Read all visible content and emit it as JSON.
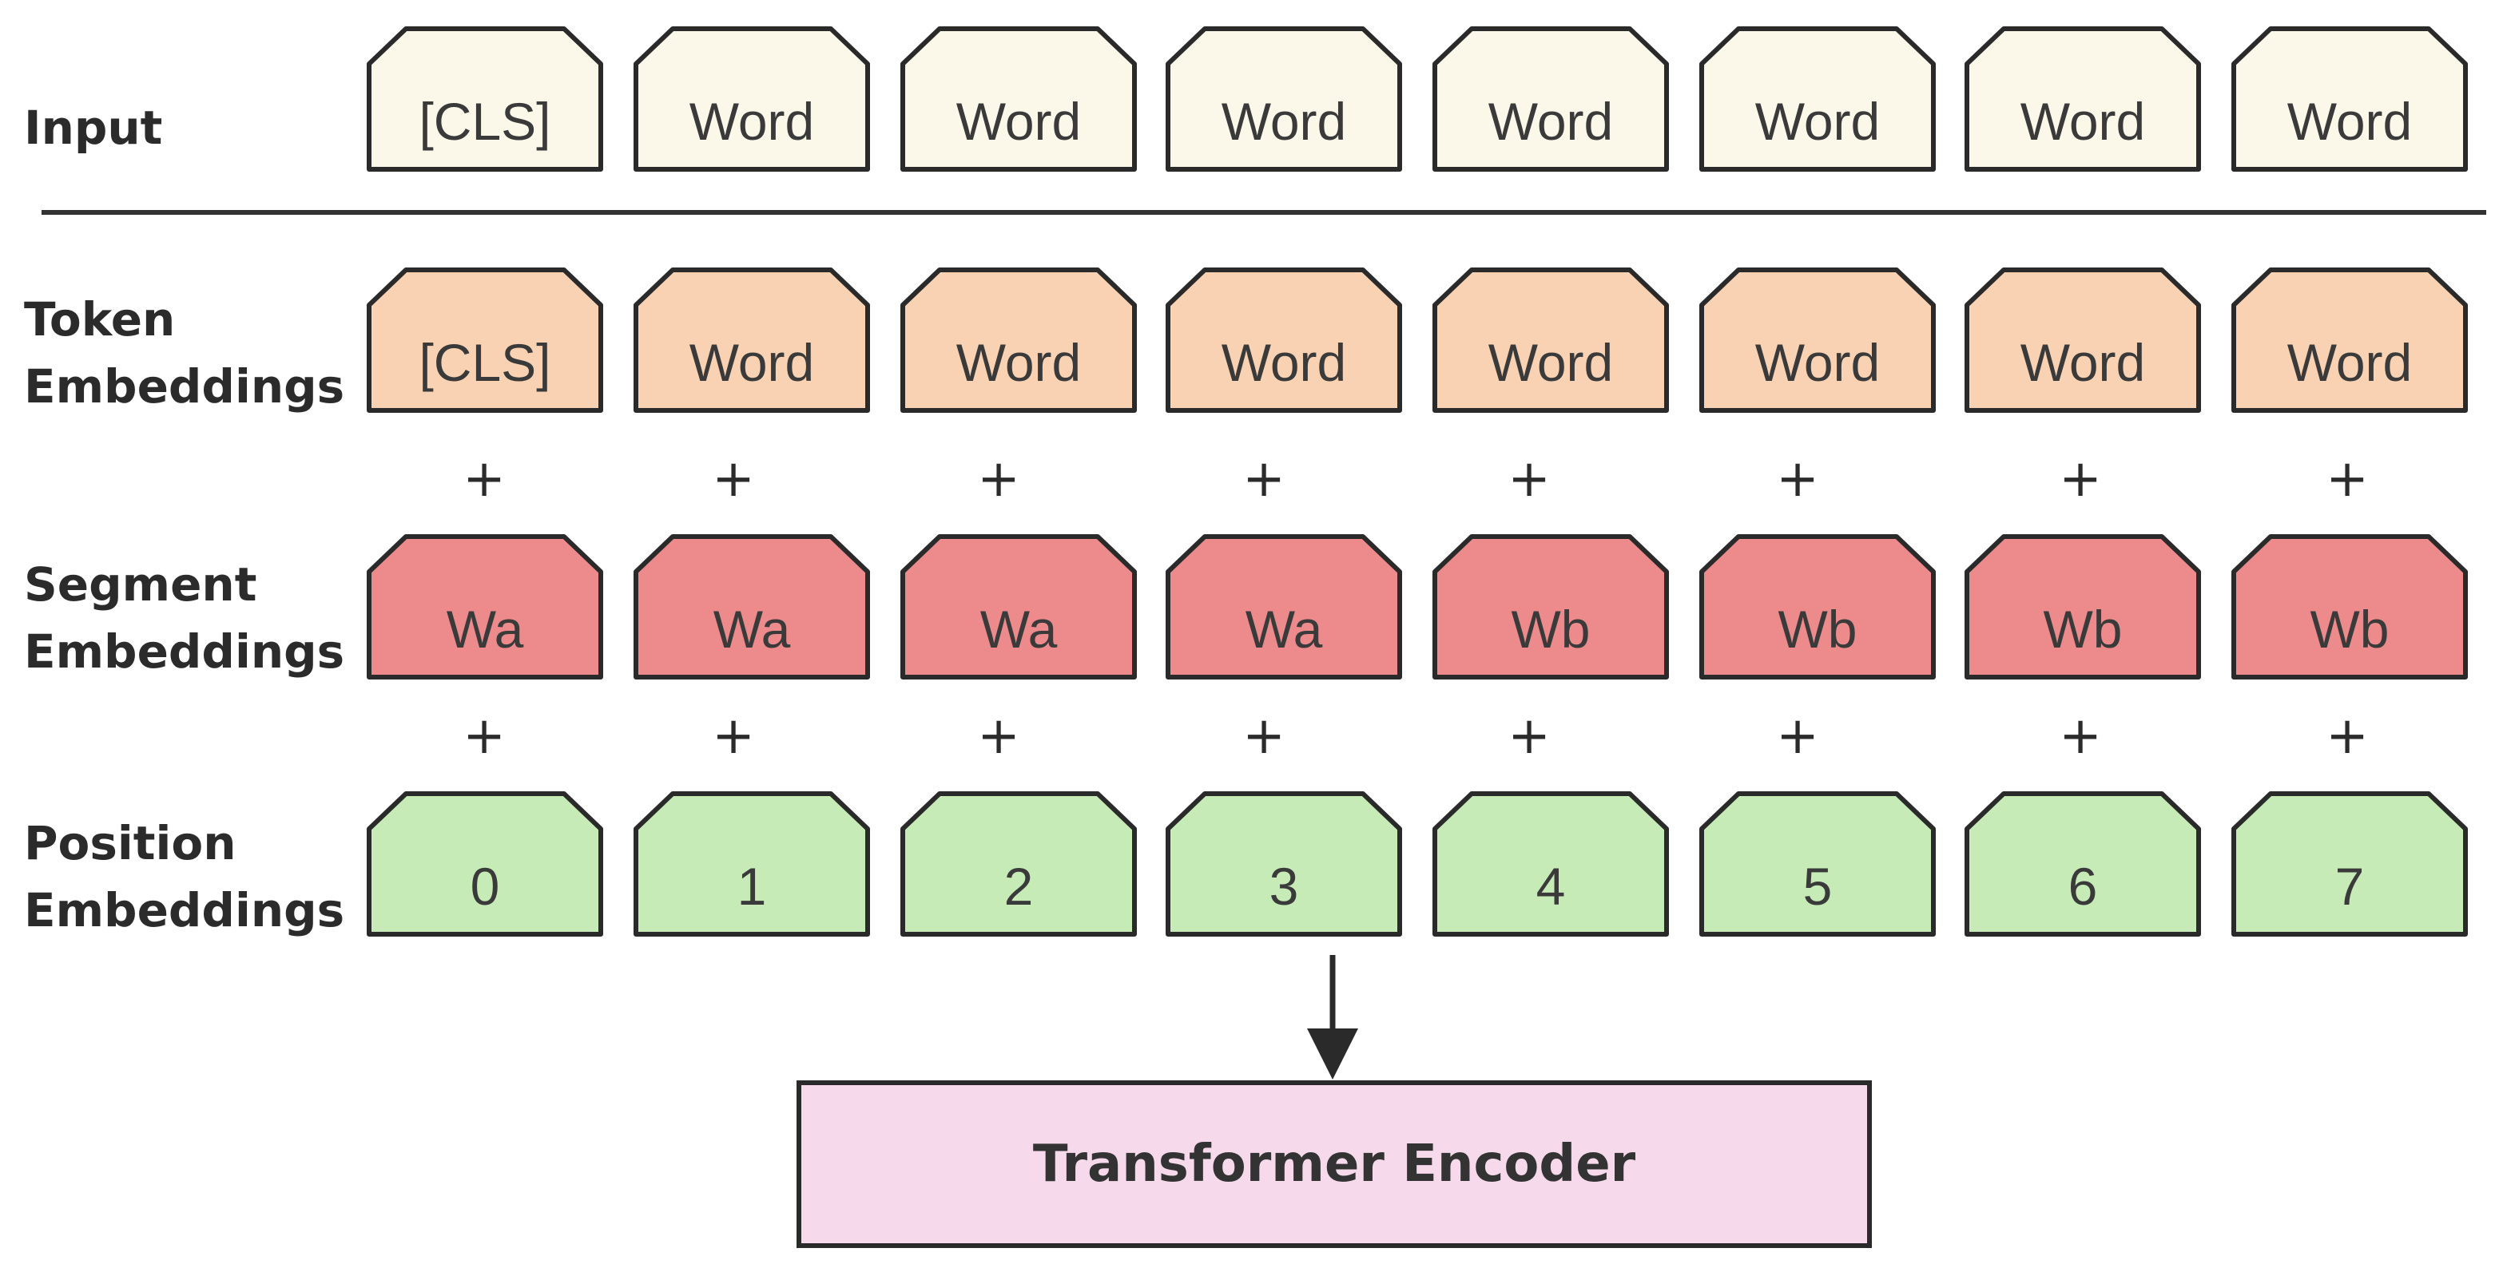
{
  "rows": {
    "input": {
      "label_lines": [
        "Input"
      ],
      "fill": "#fbf8ea",
      "tokens": [
        "[CLS]",
        "Word",
        "Word",
        "Word",
        "Word",
        "Word",
        "Word",
        "Word"
      ]
    },
    "token": {
      "label_lines": [
        "Token",
        "Embeddings"
      ],
      "fill": "#f8d2b2",
      "tokens": [
        "[CLS]",
        "Word",
        "Word",
        "Word",
        "Word",
        "Word",
        "Word",
        "Word"
      ]
    },
    "segment": {
      "label_lines": [
        "Segment",
        "Embeddings"
      ],
      "fill": "#ec8a8c",
      "tokens": [
        "Wa",
        "Wa",
        "Wa",
        "Wa",
        "Wb",
        "Wb",
        "Wb",
        "Wb"
      ]
    },
    "position": {
      "label_lines": [
        "Position",
        "Embeddings"
      ],
      "fill": "#c6ebb6",
      "tokens": [
        "0",
        "1",
        "2",
        "3",
        "4",
        "5",
        "6",
        "7"
      ]
    }
  },
  "plus_symbol": "+",
  "encoder": {
    "label": "Transformer Encoder",
    "fill": "#f7d9ec"
  },
  "colors": {
    "stroke": "#2a2a2a",
    "divider": "#333333"
  }
}
